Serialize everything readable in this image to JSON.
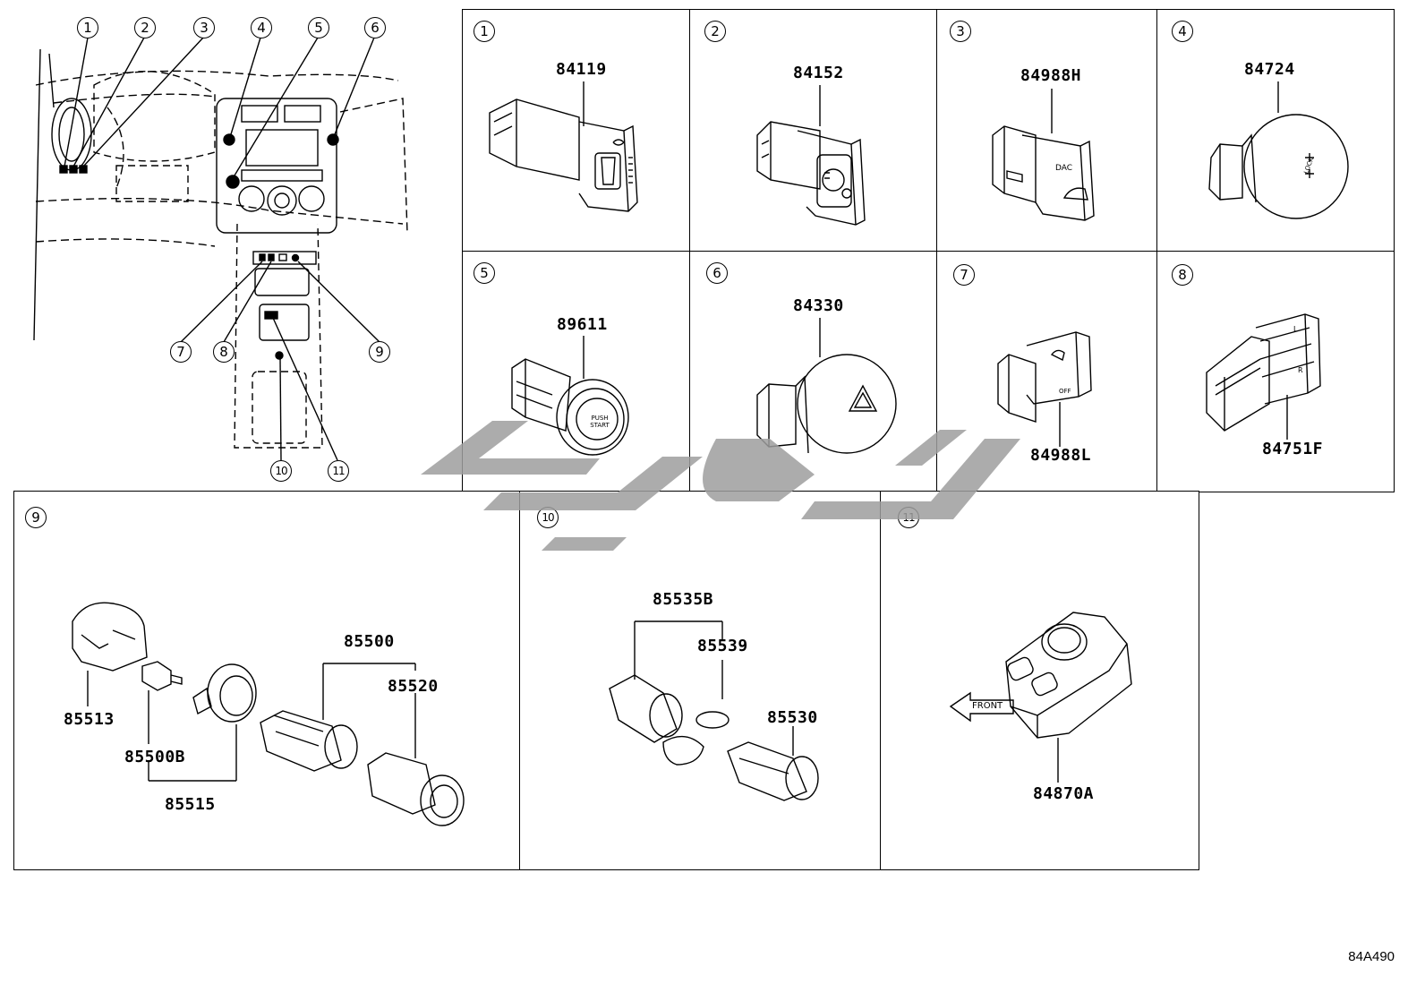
{
  "overview": {
    "callouts": [
      "1",
      "2",
      "3",
      "4",
      "5",
      "6",
      "7",
      "8",
      "9",
      "10",
      "11"
    ]
  },
  "panels": [
    {
      "id": "1",
      "parts": [
        "84119"
      ]
    },
    {
      "id": "2",
      "parts": [
        "84152"
      ]
    },
    {
      "id": "3",
      "parts": [
        "84988H"
      ]
    },
    {
      "id": "4",
      "parts": [
        "84724"
      ]
    },
    {
      "id": "5",
      "parts": [
        "89611"
      ]
    },
    {
      "id": "6",
      "parts": [
        "84330"
      ]
    },
    {
      "id": "7",
      "parts": [
        "84988L"
      ]
    },
    {
      "id": "8",
      "parts": [
        "84751F"
      ]
    },
    {
      "id": "9",
      "parts": [
        "85513",
        "85500B",
        "85515",
        "85500",
        "85520"
      ]
    },
    {
      "id": "10",
      "parts": [
        "85535B",
        "85539",
        "85530"
      ]
    },
    {
      "id": "11",
      "parts": [
        "84870A"
      ]
    }
  ],
  "front_label": "FRONT",
  "switch_labels": {
    "dac": "DAC",
    "off": "OFF",
    "lock": "LOCK",
    "push_start": "PUSH START",
    "left": "L",
    "right": "R"
  },
  "drawing_code": "84A490"
}
